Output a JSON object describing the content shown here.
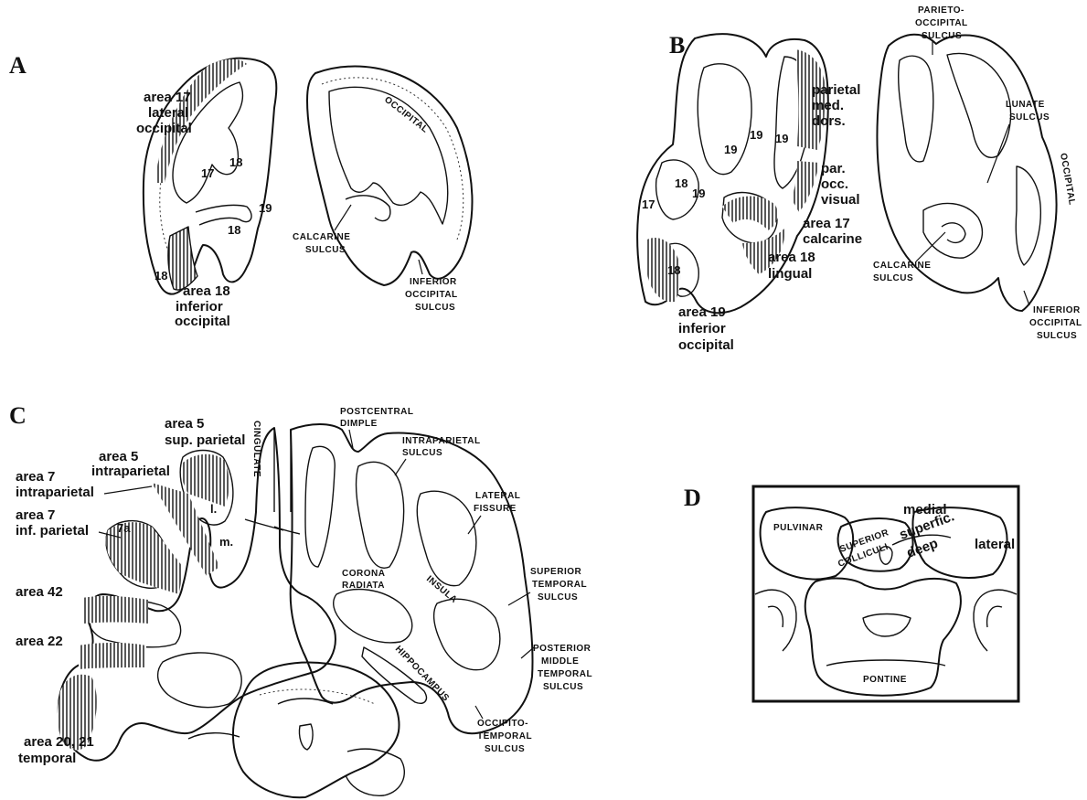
{
  "panels": {
    "A": {
      "letter": "A",
      "labels": {
        "area17": [
          "area 17",
          "lateral",
          "occipital"
        ],
        "area18": [
          "area 18",
          "inferior",
          "occipital"
        ],
        "occipital": "OCCIPITAL",
        "calcarine": [
          "CALCARINE",
          "SULCUS"
        ],
        "inferior_occ": [
          "INFERIOR",
          "OCCIPITAL",
          "SULCUS"
        ],
        "nums": [
          "17",
          "18",
          "18",
          "19",
          "18"
        ]
      }
    },
    "B": {
      "letter": "B",
      "labels": {
        "parieto_occ": [
          "PARIETO-",
          "OCCIPITAL",
          "SULCUS"
        ],
        "parietal": [
          "parietal",
          "med.",
          "dors."
        ],
        "par_occ": [
          "par.",
          "occ.",
          "visual"
        ],
        "area17": [
          "area 17",
          "calcarine"
        ],
        "area18": [
          "area 18",
          "lingual"
        ],
        "area19": [
          "area 19",
          "inferior",
          "occipital"
        ],
        "lunate": [
          "LUNATE",
          "SULCUS"
        ],
        "occipital": "OCCIPITAL",
        "calcarine": [
          "CALCARINE",
          "SULCUS"
        ],
        "inferior_occ": [
          "INFERIOR",
          "OCCIPITAL",
          "SULCUS"
        ],
        "nums": [
          "19",
          "19",
          "19",
          "18",
          "19",
          "17",
          "18"
        ]
      }
    },
    "C": {
      "letter": "C",
      "labels": {
        "area5_sup": [
          "area 5",
          "sup. parietal"
        ],
        "area5_intra": [
          "area 5",
          "intraparietal"
        ],
        "area7_intra": [
          "area 7",
          "intraparietal"
        ],
        "area7_inf": [
          "area 7",
          "inf. parietal"
        ],
        "area42": "area 42",
        "area22": "area 22",
        "area20_21": [
          "area 20, 21",
          "temporal"
        ],
        "cingulate": "CINGULATE",
        "postcentral": [
          "POSTCENTRAL",
          "DIMPLE"
        ],
        "intraparietal": [
          "INTRAPARIETAL",
          "SULCUS"
        ],
        "lateral": [
          "LATERAL",
          "FISSURE"
        ],
        "corona": [
          "CORONA",
          "RADIATA"
        ],
        "insula": "INSULA",
        "sup_temporal": [
          "SUPERIOR",
          "TEMPORAL",
          "SULCUS"
        ],
        "hippocampus": "HIPPOCAMPUS",
        "post_mid_temp": [
          "POSTERIOR",
          "MIDDLE",
          "TEMPORAL",
          "SULCUS"
        ],
        "occ_temp": [
          "OCCIPITO-",
          "TEMPORAL",
          "SULCUS"
        ],
        "small": [
          "7a",
          "l.",
          "m."
        ]
      }
    },
    "D": {
      "letter": "D",
      "labels": {
        "medial": "medial",
        "lateral": "lateral",
        "pulvinar": "PULVINAR",
        "superior": "SUPERIOR",
        "colliculi": "COLLICULI",
        "superfic": "superfic.",
        "deep": "deep",
        "pontine": "PONTINE"
      }
    }
  }
}
